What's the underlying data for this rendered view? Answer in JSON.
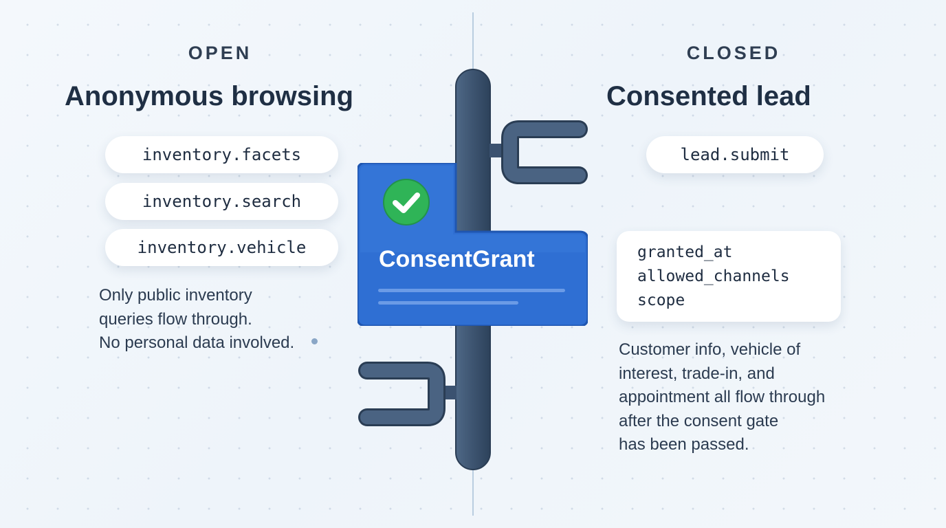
{
  "left": {
    "kicker": "OPEN",
    "title": "Anonymous browsing",
    "tools": [
      "inventory.facets",
      "inventory.search",
      "inventory.vehicle"
    ],
    "note_lines": [
      "Only public inventory",
      "queries flow through.",
      "No personal data involved."
    ]
  },
  "center": {
    "card_label": "ConsentGrant",
    "icon": "check-circle-icon",
    "colors": {
      "card": "#2f6fd3",
      "check": "#2fb457",
      "pipe": "#3e5570"
    }
  },
  "right": {
    "kicker": "CLOSED",
    "title": "Consented lead",
    "tools": [
      "lead.submit"
    ],
    "fields": [
      "granted_at",
      "allowed_channels",
      "scope"
    ],
    "note_lines": [
      "Customer info, vehicle of",
      "interest, trade-in, and",
      "appointment all flow through",
      "after the consent gate",
      "has been passed."
    ]
  }
}
